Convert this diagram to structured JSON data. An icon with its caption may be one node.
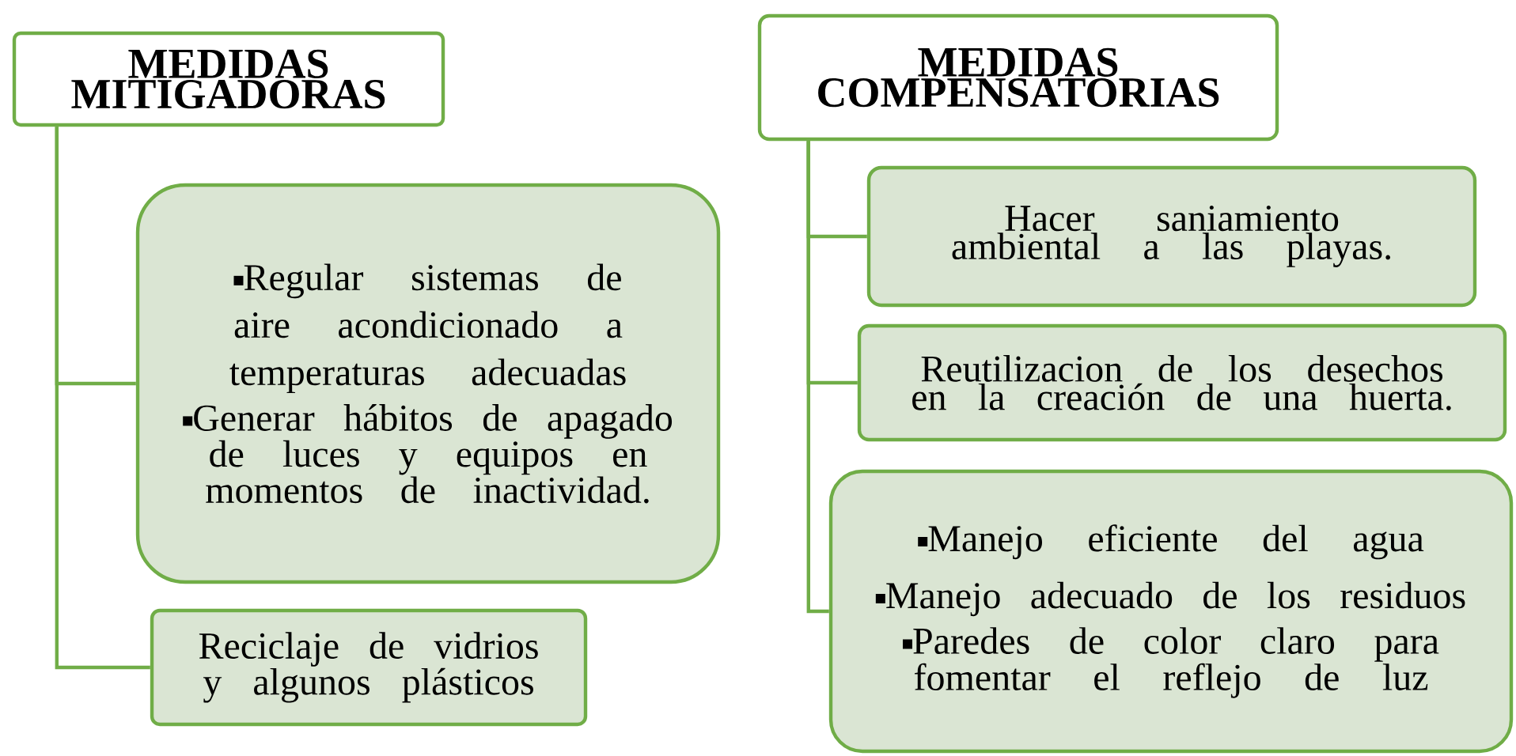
{
  "diagram": {
    "nodes": [
      {
        "text": [
          "MEDIDAS MITIGADORAS"
        ]
      },
      {
        "text": [
          "Regular sistemas de aire acondicionado a temperaturas adecuadas",
          "Generar hábitos de apagado de luces y equipos en momentos de inactividad."
        ]
      },
      {
        "text": [
          "Reciclaje de vidrios y algunos plásticos"
        ]
      },
      {
        "text": [
          "MEDIDAS COMPENSATORIAS"
        ]
      },
      {
        "text": [
          "Hacer saniamiento ambiental a las playas."
        ]
      },
      {
        "text": [
          "Reutilizacion de los desechos en la creación de una huerta."
        ]
      },
      {
        "text": [
          "Manejo eficiente del agua",
          "Manejo adecuado de los residuos",
          "Paredes de color claro para fomentar el reflejo de luz"
        ]
      }
    ],
    "edges": [
      {
        "from": 0,
        "to": 1,
        "arrow": "none"
      },
      {
        "from": 0,
        "to": 2,
        "arrow": "none"
      },
      {
        "from": 3,
        "to": 4,
        "arrow": "none"
      },
      {
        "from": 3,
        "to": 5,
        "arrow": "none"
      },
      {
        "from": 3,
        "to": 6,
        "arrow": "none"
      }
    ]
  }
}
